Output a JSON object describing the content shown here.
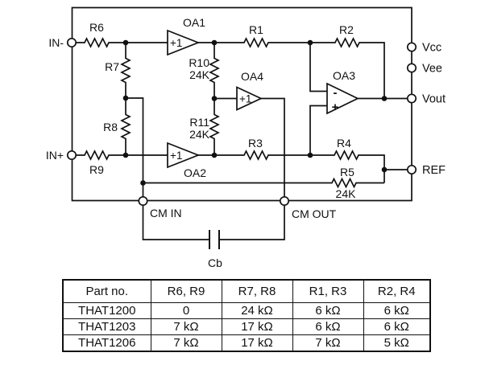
{
  "diagram": {
    "terminals": {
      "in_minus": "IN-",
      "in_plus": "IN+",
      "vcc": "Vcc",
      "vee": "Vee",
      "vout": "Vout",
      "ref": "REF",
      "cm_in": "CM IN",
      "cm_out": "CM OUT"
    },
    "opamps": {
      "oa1": {
        "name": "OA1",
        "gain": "+1"
      },
      "oa2": {
        "name": "OA2",
        "gain": "+1"
      },
      "oa3": {
        "name": "OA3",
        "minus": "-",
        "plus": "+"
      },
      "oa4": {
        "name": "OA4",
        "gain": "+1"
      }
    },
    "resistors": {
      "r1": "R1",
      "r2": "R2",
      "r3": "R3",
      "r4": "R4",
      "r5": {
        "name": "R5",
        "value": "24K"
      },
      "r6": "R6",
      "r7": "R7",
      "r8": "R8",
      "r9": "R9",
      "r10": {
        "name": "R10",
        "value": "24K"
      },
      "r11": {
        "name": "R11",
        "value": "24K"
      }
    },
    "capacitor": "Cb"
  },
  "table": {
    "headers": [
      "Part no.",
      "R6, R9",
      "R7, R8",
      "R1, R3",
      "R2, R4"
    ],
    "rows": [
      [
        "THAT1200",
        "0",
        "24 kΩ",
        "6 kΩ",
        "6 kΩ"
      ],
      [
        "THAT1203",
        "7 kΩ",
        "17 kΩ",
        "6 kΩ",
        "6 kΩ"
      ],
      [
        "THAT1206",
        "7 kΩ",
        "17 kΩ",
        "7 kΩ",
        "5 kΩ"
      ]
    ]
  },
  "colors": {
    "ink": "#111111",
    "background": "#ffffff"
  }
}
